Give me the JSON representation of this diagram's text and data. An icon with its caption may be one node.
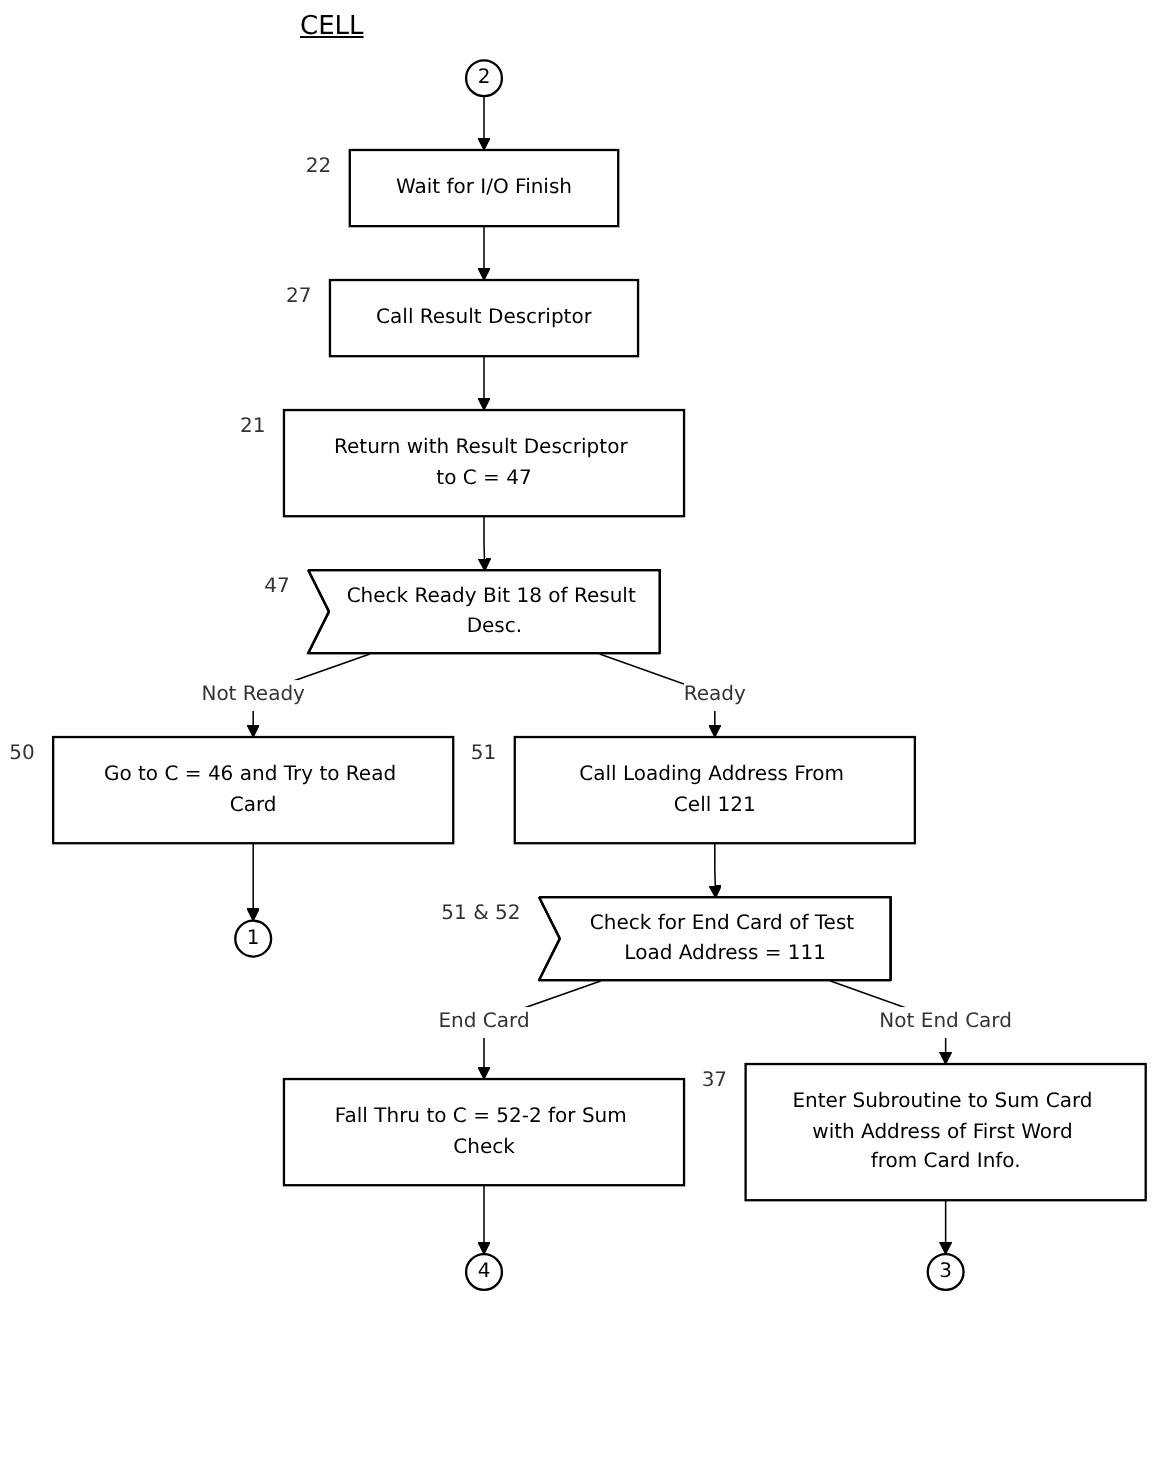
{
  "diagram": {
    "nodes": [
      {
        "text": [
          "2"
        ]
      },
      {
        "text": [
          "Wait for I/O Finish"
        ],
        "beside": [
          "22"
        ]
      },
      {
        "text": [
          "Call Result Descriptor"
        ],
        "beside": [
          "27"
        ]
      },
      {
        "text": [
          "Return with Result Descriptor to C = 47"
        ],
        "beside": [
          "21"
        ]
      },
      {
        "text": [
          "Check Ready Bit 18 of Result Desc."
        ],
        "beside": [
          "47"
        ]
      },
      {
        "text": [
          "Go to C = 46 and Try to Read Card"
        ],
        "beside": [
          "50"
        ]
      },
      {
        "text": [
          "1"
        ]
      },
      {
        "text": [
          "Call Loading Address From Cell 121"
        ],
        "beside": [
          "51"
        ]
      },
      {
        "text": [
          "Check for End Card of Test Load Address = 111"
        ],
        "beside": [
          "51 & 52"
        ]
      },
      {
        "text": [
          "Fall Thru to C = 52-2 for Sum Check"
        ]
      },
      {
        "text": [
          "4"
        ]
      },
      {
        "text": [
          "Enter Subroutine to Sum Card with Address of First Word from Card Info."
        ],
        "beside": [
          "37"
        ]
      },
      {
        "text": [
          "3"
        ]
      }
    ],
    "edges": [
      {
        "from": 0,
        "to": 1,
        "arrow": "to"
      },
      {
        "from": 1,
        "to": 2,
        "arrow": "to"
      },
      {
        "from": 2,
        "to": 3,
        "arrow": "to"
      },
      {
        "from": 3,
        "to": 4,
        "arrow": "to"
      },
      {
        "from": 4,
        "to": 5,
        "arrow": "to",
        "label": "Not Ready"
      },
      {
        "from": 5,
        "to": 6,
        "arrow": "to"
      },
      {
        "from": 4,
        "to": 7,
        "arrow": "to",
        "label": "Ready"
      },
      {
        "from": 7,
        "to": 8,
        "arrow": "to"
      },
      {
        "from": 8,
        "to": 9,
        "arrow": "to",
        "label": "End Card"
      },
      {
        "from": 9,
        "to": 10,
        "arrow": "to"
      },
      {
        "from": 8,
        "to": 11,
        "arrow": "to",
        "label": "Not End Card"
      },
      {
        "from": 11,
        "to": 12,
        "arrow": "to"
      }
    ],
    "labels": [
      "CELL"
    ]
  }
}
